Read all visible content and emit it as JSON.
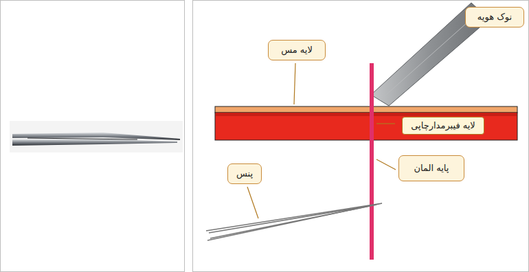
{
  "diagram": {
    "nodes": [
      {
        "text": [
          "نوک هویه"
        ]
      },
      {
        "text": [
          "لایه مس"
        ]
      },
      {
        "text": [
          "لایه فیبرمدارچاپی"
        ]
      },
      {
        "text": [
          "پایه المان"
        ]
      },
      {
        "text": [
          "پنس"
        ]
      }
    ]
  }
}
